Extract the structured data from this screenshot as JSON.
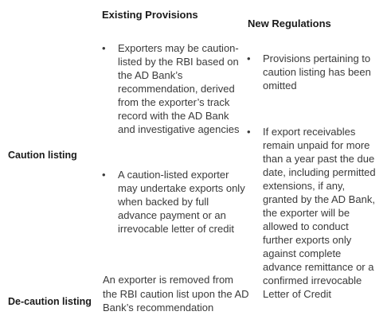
{
  "headers": {
    "existing": "Existing Provisions",
    "new": "New Regulations"
  },
  "rows": {
    "caution_label": "Caution listing",
    "decaution_label": "De-caution listing"
  },
  "existing": {
    "bullet1": "Exporters may be caution-listed by the RBI based on the AD Bank’s recommendation, derived from the exporter’s track record with the AD Bank and investigative agencies",
    "bullet2": "A caution-listed exporter may undertake exports only when backed by full advance payment or an irrevocable letter of credit",
    "decaution_text": "An exporter is removed from the RBI caution list upon the AD Bank’s recommendation"
  },
  "new_regs": {
    "bullet1": "Provisions pertaining to caution listing has been omitted",
    "bullet2": "If export receivables remain unpaid for more than a year past the due date, including permitted extensions, if any, granted by the AD Bank, the exporter will be allowed to conduct further exports only against complete advance remittance or a confirmed irrevocable Letter of Credit"
  },
  "icons": {
    "bullet": "bullet-dot"
  }
}
